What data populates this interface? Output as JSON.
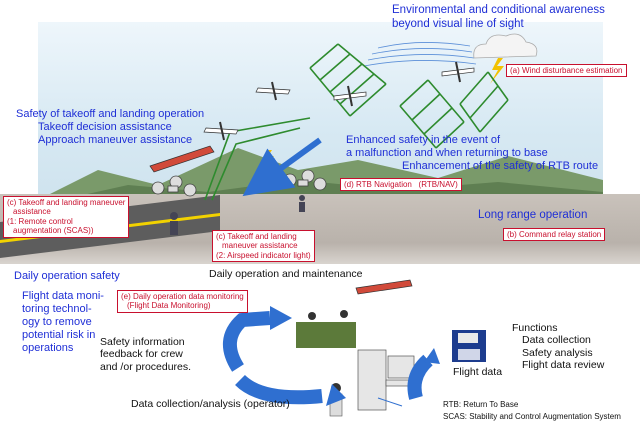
{
  "colors": {
    "annotation_blue": "#1f2fd6",
    "box_red": "#c8102e",
    "flight_green": "#2e8b2e"
  },
  "top": {
    "awareness_line1": "Environmental and conditional awareness",
    "awareness_line2": "beyond visual line of sight"
  },
  "takeoff": {
    "title": "Safety of takeoff and landing operation",
    "line2": "Takeoff decision assistance",
    "line3": "Approach maneuver assistance"
  },
  "enhanced": {
    "line1": "Enhanced safety in the event of",
    "line2": "a malfunction and when returning to base",
    "line3": "Enhancement of the safety of RTB route"
  },
  "long_range": "Long range operation",
  "boxes": {
    "wind": "(a) Wind disturbance estimation",
    "relay": "(b) Command relay station",
    "scas": [
      "(c) Takeoff and landing maneuver",
      "assistance",
      "(1: Remote control",
      "augmentation (SCAS))"
    ],
    "airspeed": [
      "(c) Takeoff and landing",
      "maneuver assistance",
      "(2: Airspeed indicator light)"
    ],
    "rtb": "(d) RTB Navigation   (RTB/NAV)",
    "monitoring": [
      "(e) Daily operation data monitoring",
      "(Flight Data Monitoring)"
    ]
  },
  "daily": {
    "title": "Daily operation safety",
    "desc": [
      "Flight data moni-",
      "toring technol-",
      "ogy to remove",
      "potential risk in",
      "operations"
    ],
    "maintenance": "Daily operation and maintenance",
    "feedback": [
      "Safety information",
      "feedback for crew",
      "and /or procedures."
    ],
    "flight_data": "Flight data",
    "collection": "Data collection/analysis (operator)"
  },
  "functions": {
    "title": "Functions",
    "items": [
      "Data collection",
      "Safety analysis",
      "Flight data review"
    ]
  },
  "footnotes": {
    "rtb": "RTB: Return To Base",
    "scas": "SCAS: Stability and Control Augmentation System"
  }
}
